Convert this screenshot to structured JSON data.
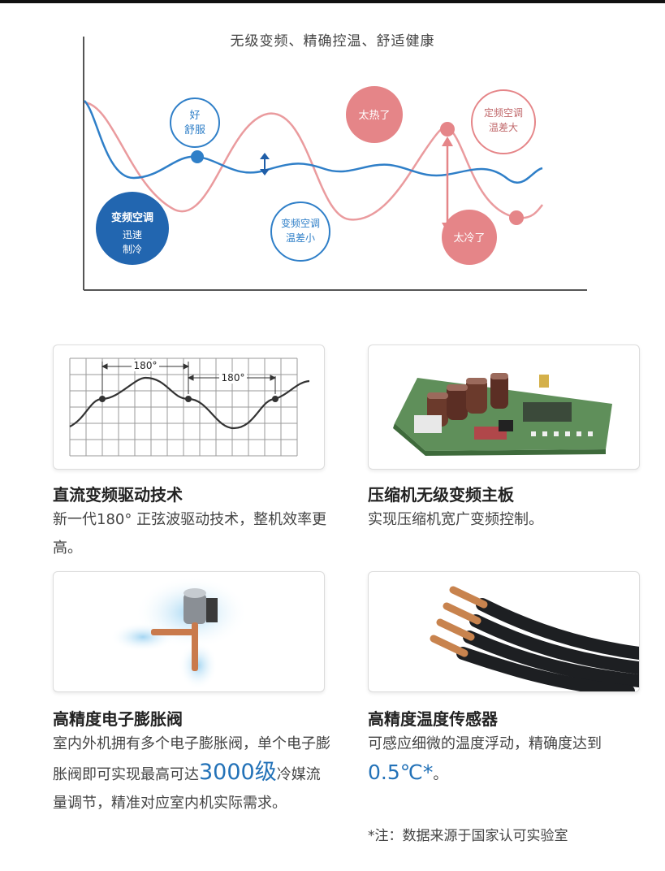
{
  "hero": {
    "title": "无级变频、精确控温、舒适健康",
    "labels": {
      "good": [
        "好",
        "舒服"
      ],
      "inverter_fast": [
        "变频空调",
        "迅速",
        "制冷"
      ],
      "inverter_small": [
        "变频空调",
        "温差小"
      ],
      "too_hot": "太热了",
      "fixed_big": [
        "定频空调",
        "温差大"
      ],
      "too_cold": "太冷了"
    },
    "colors": {
      "blue": "#2f7fc8",
      "blue_dark": "#1f5ea8",
      "red": "#e58588",
      "red_line": "#ea9b9e"
    }
  },
  "features": [
    {
      "title": "直流变频驱动技术",
      "desc": "新一代180° 正弦波驱动技术，整机效率更高。",
      "image": "sine-wave-diagram",
      "diagram": {
        "label_a": "180°",
        "label_b": "180°"
      }
    },
    {
      "title": "压缩机无级变频主板",
      "desc": "实现压缩机宽广变频控制。",
      "image": "circuit-board"
    },
    {
      "title": "高精度电子膨胀阀",
      "desc_before": "室内外机拥有多个电子膨胀阀，单个电子膨胀阀即可实现最高可达",
      "highlight": "3000级",
      "desc_after": "冷媒流量调节，精准对应室内机实际需求。",
      "image": "expansion-valve"
    },
    {
      "title": "高精度温度传感器",
      "desc_before": "可感应细微的温度浮动，精确度达到",
      "highlight": "0.5℃*",
      "desc_after": "。",
      "image": "temperature-sensor-cables"
    }
  ],
  "note": "*注：数据来源于国家认可实验室"
}
